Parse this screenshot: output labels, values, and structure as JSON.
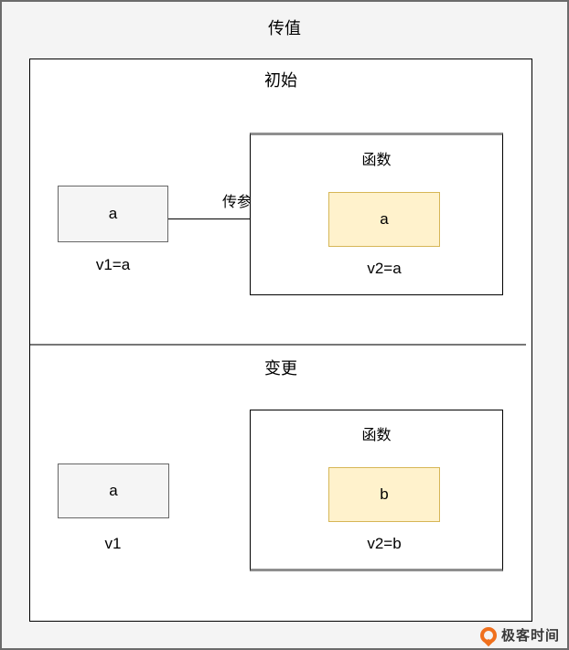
{
  "title": "传值",
  "sections": [
    {
      "name": "初始",
      "variable_box": {
        "value": "a",
        "label": "v1=a"
      },
      "arrow_label": "传参",
      "function_box": {
        "title": "函数",
        "param_box": {
          "value": "a",
          "label": "v2=a"
        }
      }
    },
    {
      "name": "变更",
      "variable_box": {
        "value": "a",
        "label": "v1"
      },
      "function_box": {
        "title": "函数",
        "param_box": {
          "value": "b",
          "label": "v2=b"
        }
      }
    }
  ],
  "watermark": {
    "brand": "极客时间"
  },
  "colors": {
    "page_bg": "#f4f4f4",
    "frame_border": "#6b6b6b",
    "container_bg": "#ffffff",
    "container_border": "#000000",
    "variable_box_fill": "#f5f5f5",
    "variable_box_border": "#666666",
    "param_box_fill": "#fff2cc",
    "param_box_border": "#d6b656",
    "divider": "#777777",
    "shadow_edge": "#8f8f8f",
    "logo_orange": "#f0701d",
    "logo_text": "#3a3a3a"
  }
}
